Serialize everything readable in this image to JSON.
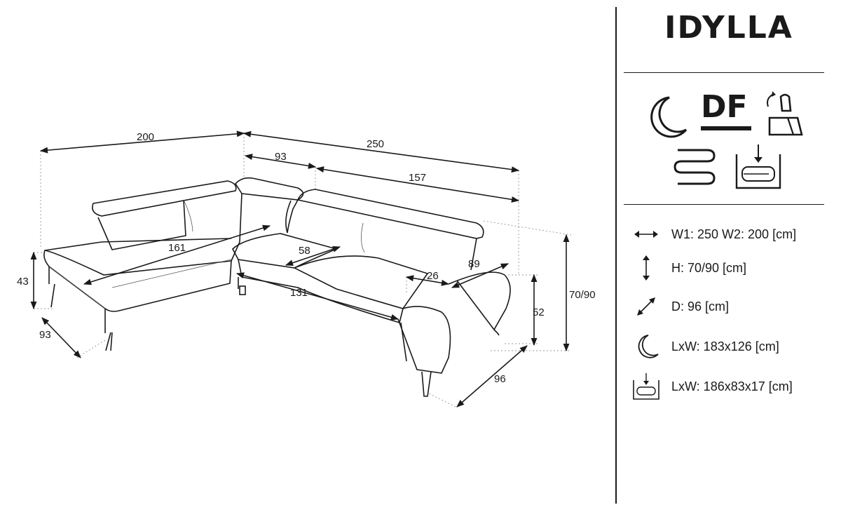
{
  "product": {
    "title": "IDYLLA"
  },
  "feature_icons": {
    "df_label": "DF",
    "icons": [
      "sleep-function-icon",
      "df-icon",
      "adjustable-headrest-icon",
      "spring-icon",
      "storage-container-icon"
    ]
  },
  "dimensions": {
    "width_left": "200",
    "width_right": "250",
    "top_seg_left": "93",
    "top_seg_right": "157",
    "seat_left": "161",
    "seat_mid_depth": "58",
    "seat_right": "131",
    "armrest": "26",
    "right_depth": "89",
    "left_seat_height": "43",
    "left_depth": "93",
    "right_seat_height": "52",
    "total_height": "70/90",
    "bottom_depth": "96"
  },
  "specs": [
    {
      "icon": "double-arrow-horizontal-icon",
      "text": "W1: 250 W2: 200 [cm]"
    },
    {
      "icon": "double-arrow-vertical-icon",
      "text": "H: 70/90 [cm]"
    },
    {
      "icon": "double-arrow-diagonal-icon",
      "text": "D: 96 [cm]"
    },
    {
      "icon": "sleep-function-icon",
      "text": "LxW: 183x126 [cm]"
    },
    {
      "icon": "storage-container-icon",
      "text": "LxW: 186x83x17 [cm]"
    }
  ]
}
